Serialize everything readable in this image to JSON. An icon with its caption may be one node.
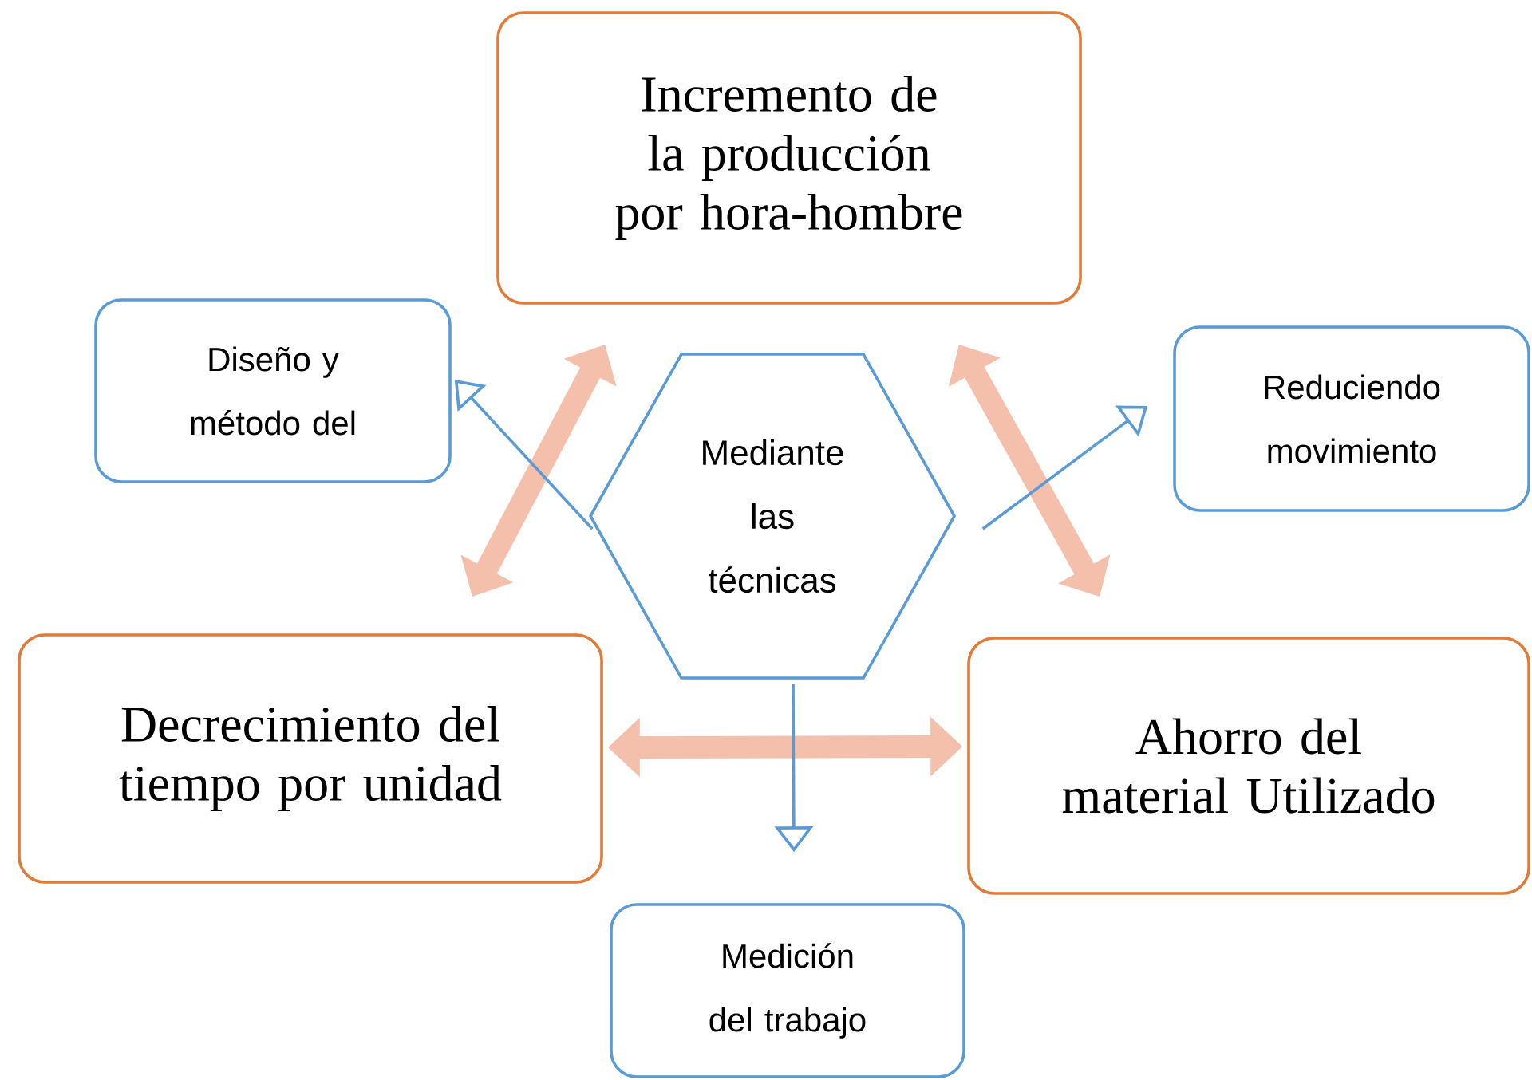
{
  "diagram": {
    "nodes": [
      {
        "text": [
          "Incremento de la producción por hora-hombre"
        ]
      },
      {
        "text": [
          "Diseño y método del"
        ]
      },
      {
        "text": [
          "Mediante las técnicas"
        ]
      },
      {
        "text": [
          "Reduciendo movimiento"
        ]
      },
      {
        "text": [
          "Decrecimiento del tiempo por unidad"
        ]
      },
      {
        "text": [
          "Ahorro del material Utilizado"
        ]
      },
      {
        "text": [
          "Medición del trabajo"
        ]
      }
    ],
    "edges": [
      {
        "from": 0,
        "to": 4,
        "arrow": "both",
        "style": "thick",
        "color": "#f4c0ab"
      },
      {
        "from": 0,
        "to": 5,
        "arrow": "both",
        "style": "thick",
        "color": "#f4c0ab"
      },
      {
        "from": 4,
        "to": 5,
        "arrow": "both",
        "style": "thick",
        "color": "#f4c0ab"
      },
      {
        "from": 2,
        "to": 1,
        "arrow": "to",
        "color": "#5b9bd5"
      },
      {
        "from": 2,
        "to": 3,
        "arrow": "to",
        "color": "#5b9bd5"
      },
      {
        "from": 2,
        "to": 6,
        "arrow": "to",
        "color": "#5b9bd5"
      }
    ]
  }
}
